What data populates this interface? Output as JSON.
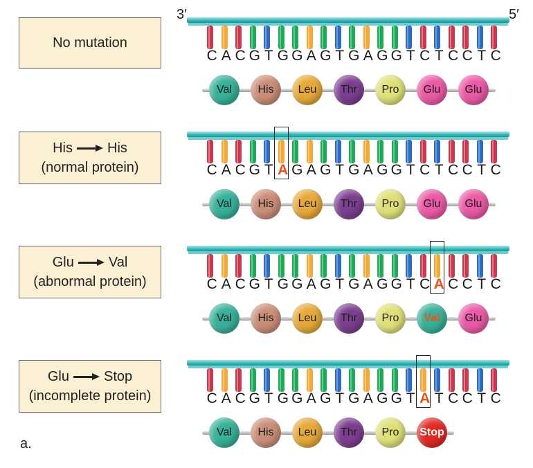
{
  "ends": {
    "left": "3′",
    "right": "5′"
  },
  "panel_letter": "a.",
  "colors": {
    "G": "#1faa58",
    "C": "#c8384e",
    "T": "#2e6bc2",
    "A": "#f2a93a",
    "mutation": "#e8541c"
  },
  "amino_colors": {
    "Val": "#38b09a",
    "His": "#c98e78",
    "Leu": "#e6a93a",
    "Thr": "#7c3e8f",
    "Pro": "#dfe07a",
    "Glu": "#ea5aa6",
    "Stop": "#e02a24"
  },
  "panels": [
    {
      "label_line1": "No mutation",
      "label_line2": "",
      "arrow_from": "",
      "arrow_to": "",
      "sequence": [
        "C",
        "A",
        "C",
        "G",
        "T",
        "G",
        "G",
        "A",
        "G",
        "T",
        "G",
        "A",
        "G",
        "G",
        "T",
        "C",
        "T",
        "C",
        "C",
        "T",
        "C"
      ],
      "mutation_index": -1,
      "amino_acids": [
        "Val",
        "His",
        "Leu",
        "Thr",
        "Pro",
        "Glu",
        "Glu"
      ],
      "mutated_aa_index": -1
    },
    {
      "label_line1": "",
      "label_line2": "(normal protein)",
      "arrow_from": "His",
      "arrow_to": "His",
      "sequence": [
        "C",
        "A",
        "C",
        "G",
        "T",
        "A",
        "G",
        "A",
        "G",
        "T",
        "G",
        "A",
        "G",
        "G",
        "T",
        "C",
        "T",
        "C",
        "C",
        "T",
        "C"
      ],
      "mutation_index": 5,
      "amino_acids": [
        "Val",
        "His",
        "Leu",
        "Thr",
        "Pro",
        "Glu",
        "Glu"
      ],
      "mutated_aa_index": -1
    },
    {
      "label_line1": "",
      "label_line2": "(abnormal protein)",
      "arrow_from": "Glu",
      "arrow_to": "Val",
      "sequence": [
        "C",
        "A",
        "C",
        "G",
        "T",
        "G",
        "G",
        "A",
        "G",
        "T",
        "G",
        "A",
        "G",
        "G",
        "T",
        "C",
        "A",
        "C",
        "C",
        "T",
        "C"
      ],
      "mutation_index": 16,
      "amino_acids": [
        "Val",
        "His",
        "Leu",
        "Thr",
        "Pro",
        "Val",
        "Glu"
      ],
      "mutated_aa_index": 5
    },
    {
      "label_line1": "",
      "label_line2": "(incomplete protein)",
      "arrow_from": "Glu",
      "arrow_to": "Stop",
      "sequence": [
        "C",
        "A",
        "C",
        "G",
        "T",
        "G",
        "G",
        "A",
        "G",
        "T",
        "G",
        "A",
        "G",
        "G",
        "T",
        "A",
        "T",
        "C",
        "C",
        "T",
        "C"
      ],
      "mutation_index": 15,
      "amino_acids": [
        "Val",
        "His",
        "Leu",
        "Thr",
        "Pro",
        "Stop"
      ],
      "mutated_aa_index": -1
    }
  ]
}
